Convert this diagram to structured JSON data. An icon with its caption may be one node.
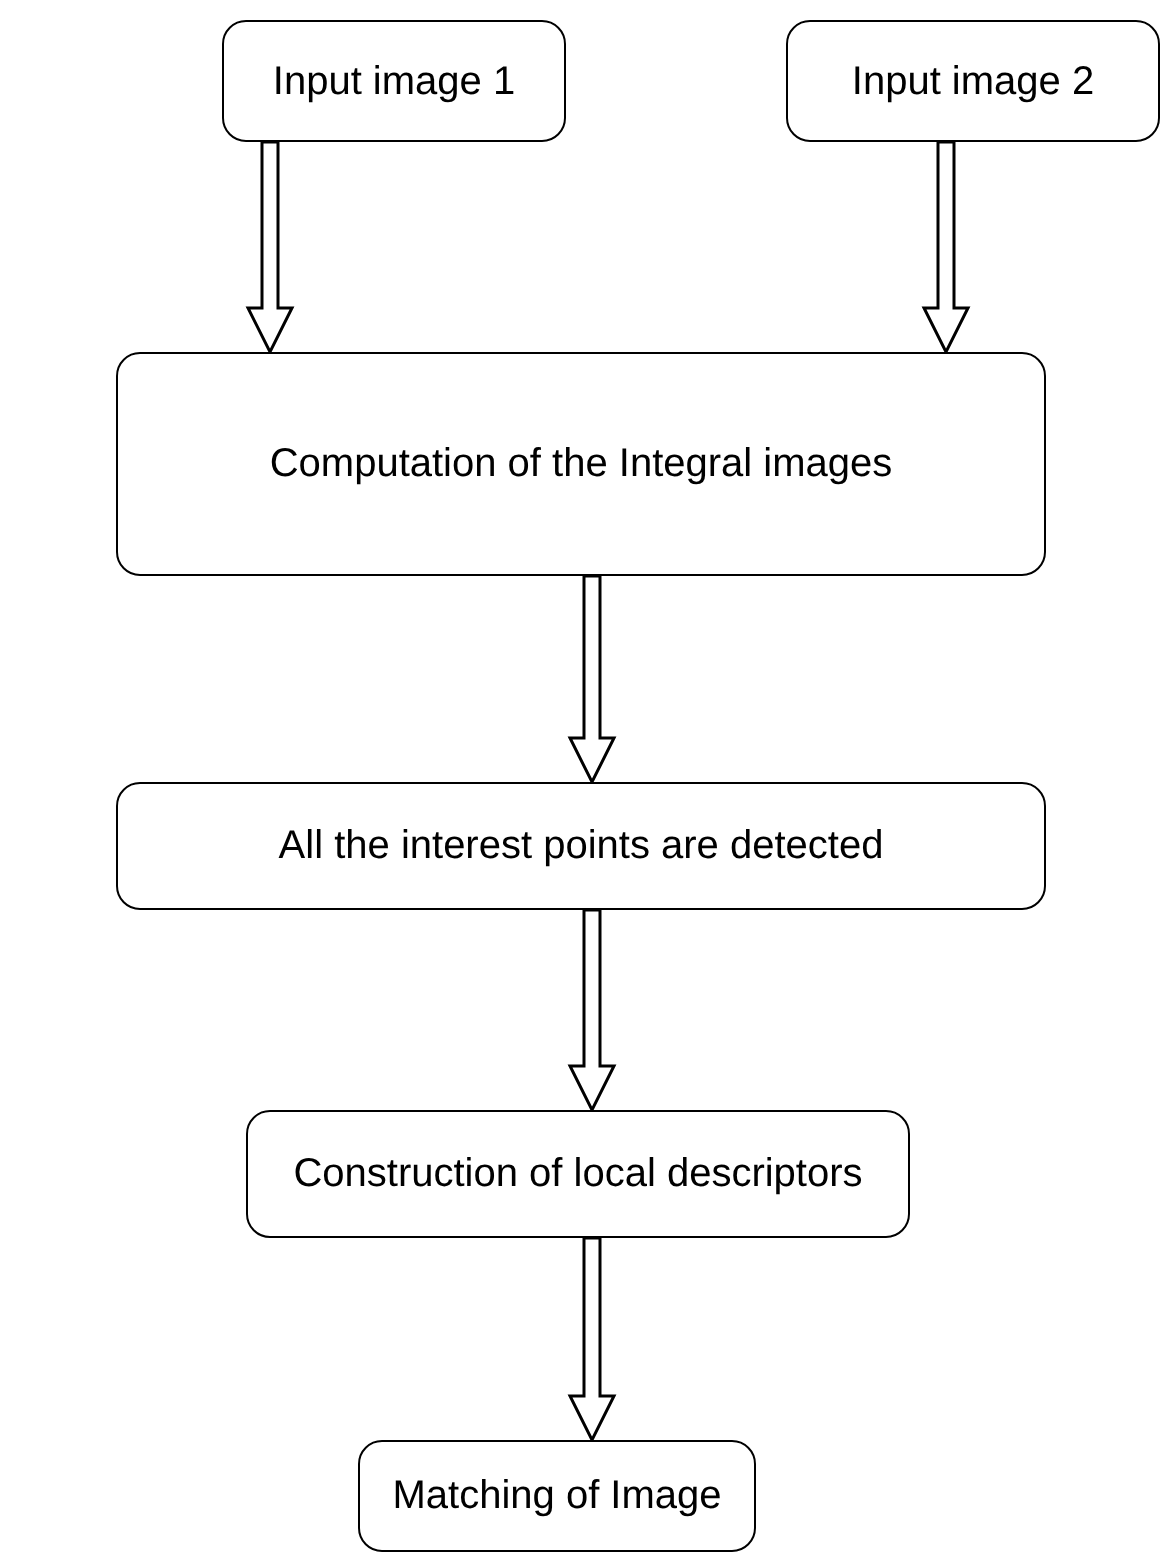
{
  "diagram": {
    "nodes": [
      {
        "text": [
          "Input image 1"
        ]
      },
      {
        "text": [
          "Input image 2"
        ]
      },
      {
        "text": [
          "Computation of the Integral images"
        ]
      },
      {
        "text": [
          "All the interest points are detected"
        ]
      },
      {
        "text": [
          "Construction of local descriptors"
        ]
      },
      {
        "text": [
          "Matching of Image"
        ]
      }
    ],
    "edges": [
      {
        "from": 0,
        "to": 2,
        "arrow": "to"
      },
      {
        "from": 1,
        "to": 2,
        "arrow": "to"
      },
      {
        "from": 2,
        "to": 3,
        "arrow": "to"
      },
      {
        "from": 3,
        "to": 4,
        "arrow": "to"
      },
      {
        "from": 4,
        "to": 5,
        "arrow": "to"
      }
    ]
  }
}
